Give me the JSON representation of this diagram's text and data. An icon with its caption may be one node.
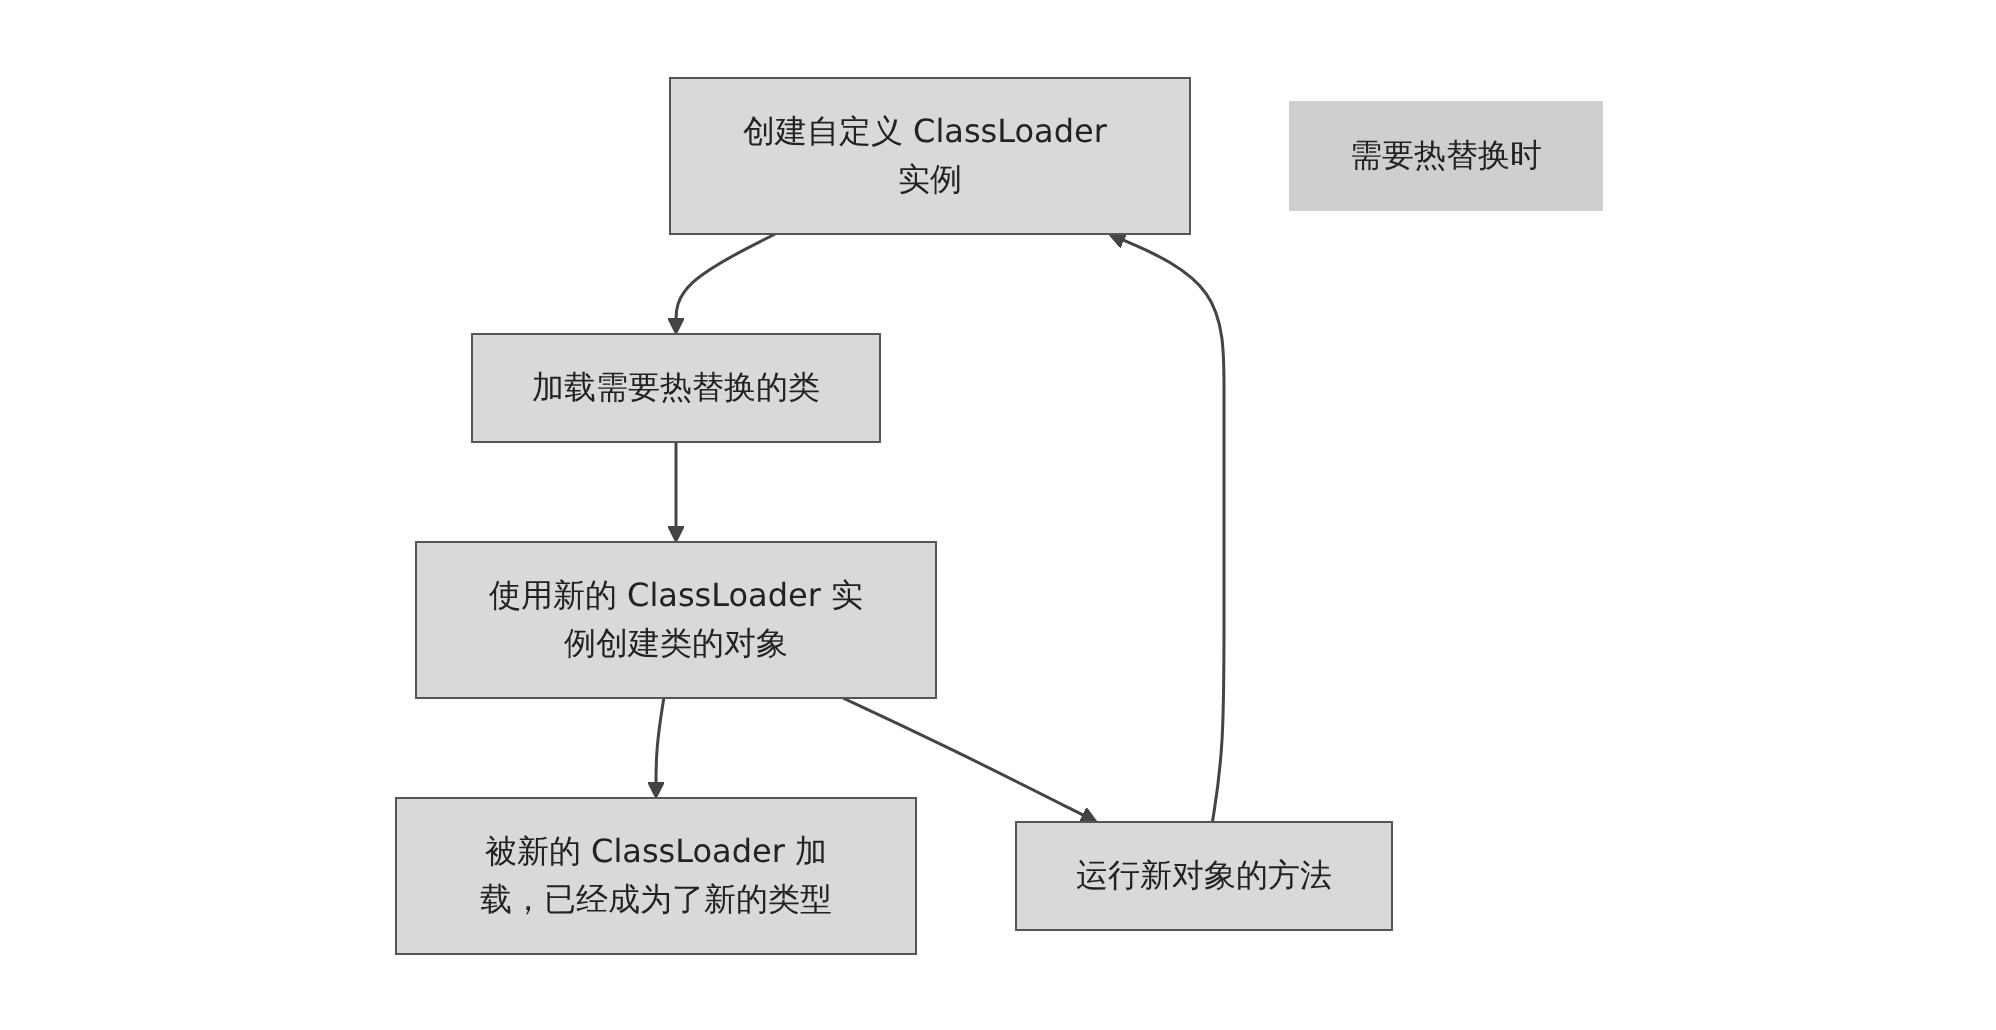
{
  "diagram": {
    "nodes": [
      {
        "text": [
          "创建自定义 ClassLoader 实例"
        ]
      },
      {
        "text": [
          "加载需要热替换的类"
        ]
      },
      {
        "text": [
          "使用新的 ClassLoader 实例创建类的对象"
        ]
      },
      {
        "text": [
          "被新的 ClassLoader 加载，已经成为了新的类型"
        ]
      },
      {
        "text": [
          "运行新对象的方法"
        ]
      },
      {
        "text": [
          "需要热替换时"
        ]
      }
    ],
    "edges": [
      {
        "from": 0,
        "to": 1,
        "arrow": "to"
      },
      {
        "from": 1,
        "to": 2,
        "arrow": "to"
      },
      {
        "from": 2,
        "to": 3,
        "arrow": "to"
      },
      {
        "from": 2,
        "to": 4,
        "arrow": "to"
      },
      {
        "from": 4,
        "to": 0,
        "arrow": "to"
      }
    ]
  }
}
